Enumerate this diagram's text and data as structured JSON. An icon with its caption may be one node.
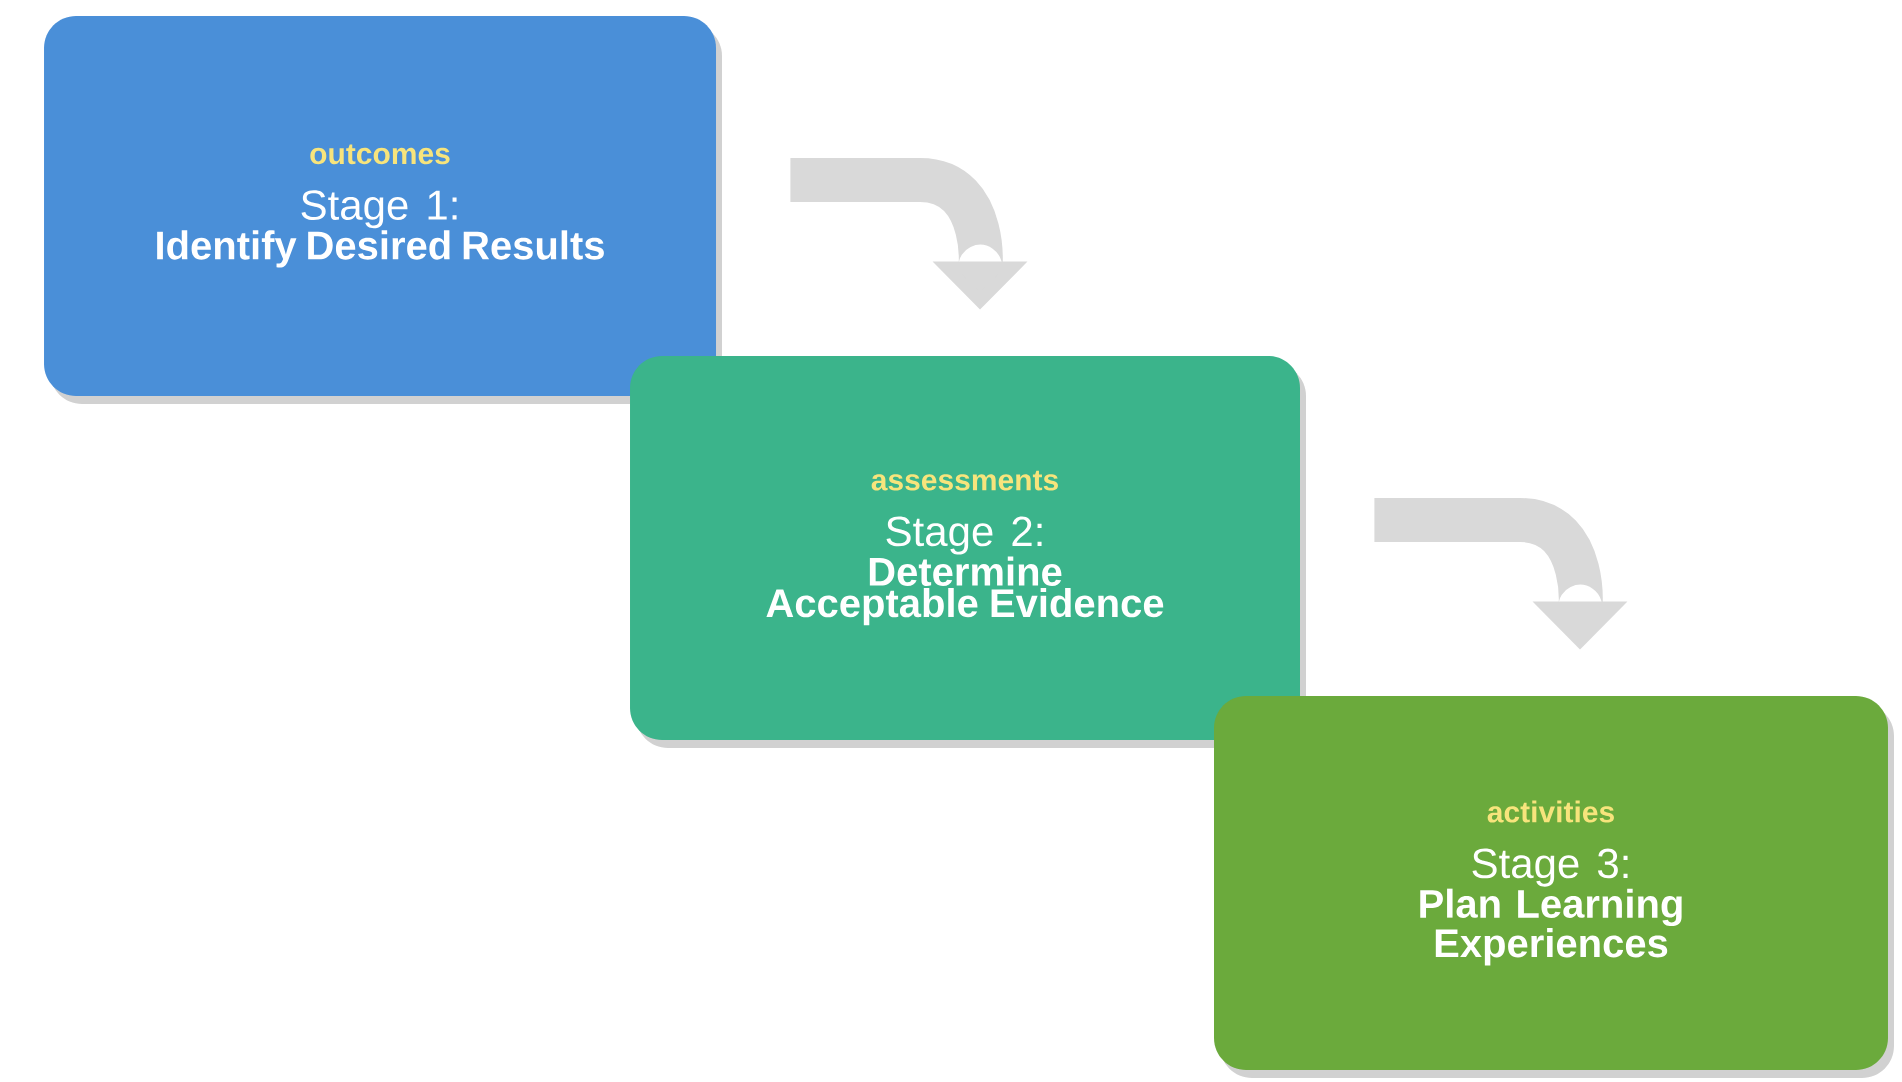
{
  "diagram": {
    "nodes": [
      {
        "text": [
          "outcomes",
          "Stage 1:",
          "Identify Desired Results"
        ]
      },
      {
        "text": [
          "assessments",
          "Stage 2:",
          "Determine Acceptable Evidence"
        ]
      },
      {
        "text": [
          "activities",
          "Stage 3:",
          "Plan Learning Experiences"
        ]
      }
    ],
    "edges": [
      {
        "from": 0,
        "to": 1,
        "arrow": "to"
      },
      {
        "from": 1,
        "to": 2,
        "arrow": "to"
      }
    ]
  }
}
